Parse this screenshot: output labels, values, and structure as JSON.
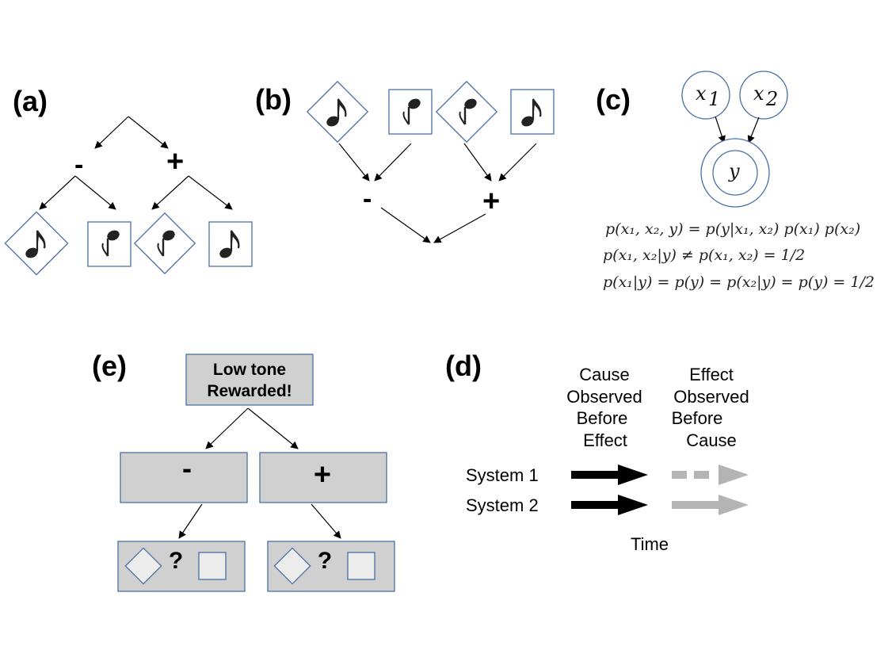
{
  "panels": {
    "a": {
      "label": "(a)",
      "minus": "-",
      "plus": "+"
    },
    "b": {
      "label": "(b)",
      "minus": "-",
      "plus": "+"
    },
    "c": {
      "label": "(c)",
      "node_x1": "x",
      "node_x1_sub": "1",
      "node_x2": "x",
      "node_x2_sub": "2",
      "node_y": "y",
      "equations": [
        "p(x₁, x₂, y) = p(y|x₁, x₂) p(x₁) p(x₂)",
        "p(x₁, x₂|y) ≠ p(x₁, x₂) = 1/2",
        "p(x₁|y) = p(y) = p(x₂|y) = p(y) = 1/2"
      ]
    },
    "e": {
      "label": "(e)",
      "top_box_line1": "Low tone",
      "top_box_line2": "Rewarded!",
      "minus": "-",
      "plus": "+",
      "question": "?"
    },
    "d": {
      "label": "(d)",
      "col1": [
        "Cause",
        "Observed",
        "Before",
        "Effect"
      ],
      "col2": [
        "Effect",
        "Observed",
        "Before",
        "Cause"
      ],
      "rows": [
        "System 1",
        "System 2"
      ],
      "axis": "Time",
      "colors": {
        "solid": "#000000",
        "faded": "#b4b4b4"
      }
    }
  }
}
